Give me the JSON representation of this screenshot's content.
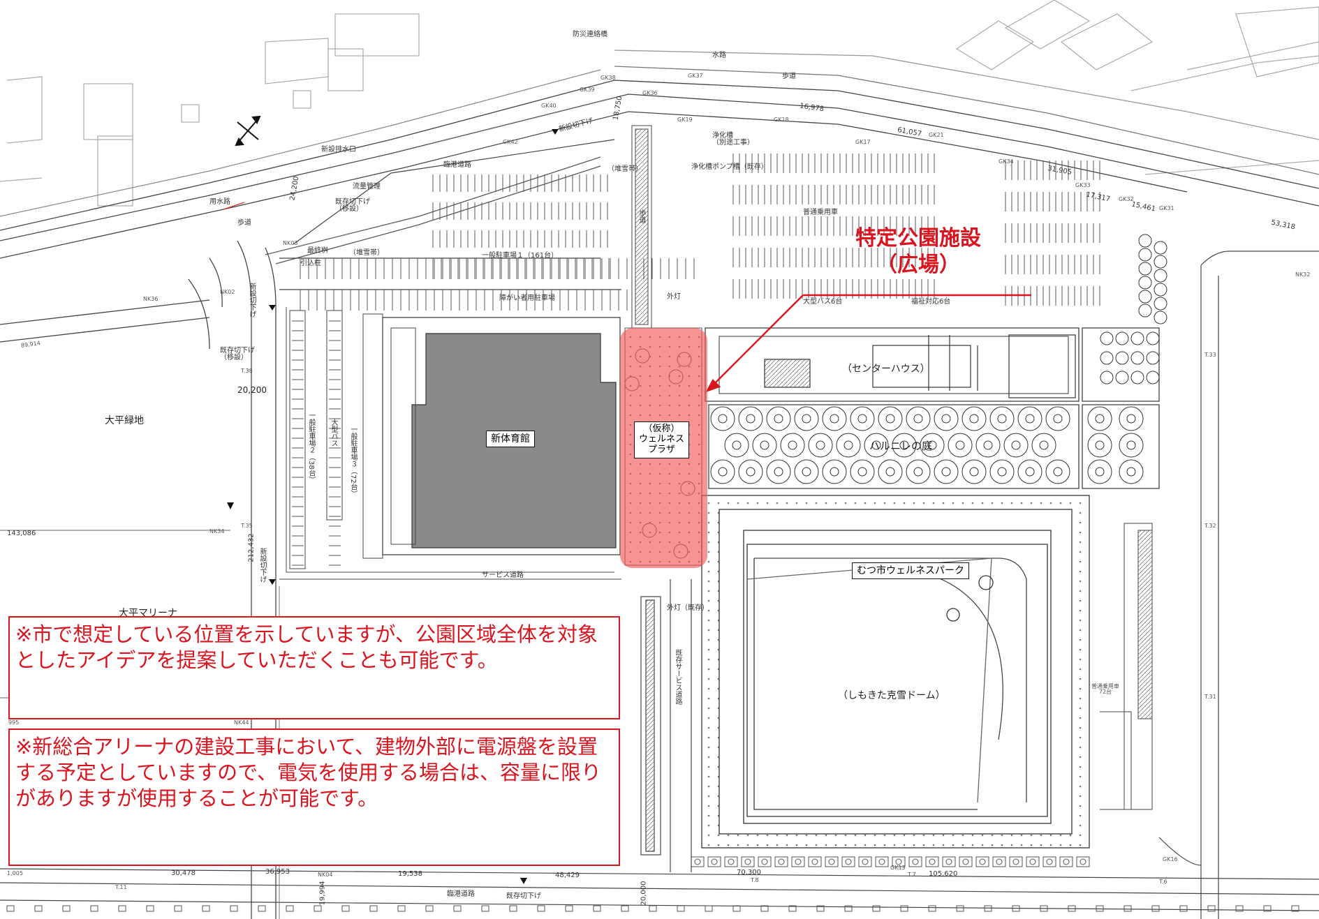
{
  "colors": {
    "line": "#3a3a3a",
    "light_line": "#9a9a9a",
    "gym_fill": "#8a8a8a",
    "highlight_fill": "#f07070",
    "accent_red": "#d9141e"
  },
  "callout": {
    "title": "特定公園施設",
    "subtitle": "（広場）"
  },
  "notes": {
    "note1": "※市で想定している位置を示していますが、公園区域全体を対象としたアイデアを提案していただくことも可能です。",
    "note2": "※新総合アリーナの建設工事において、建物外部に電源盤を設置する予定としていますので、電気を使用する場合は、容量に限りがありますが使用することが可能です。"
  },
  "buildings": {
    "gym": "新体育館",
    "wellness_plaza": "（仮称）\nウェルネス\nプラザ",
    "center_house": "（センターハウス）",
    "harunire_garden": "ハルニレの庭",
    "park_name": "むつ市ウェルネスパーク",
    "dome": "（しもきた克雪ドーム）"
  },
  "areas": {
    "ohira_green": "大平緑地",
    "ohira_marina": "大平マリーナ"
  },
  "roads": {
    "suiro": "水路",
    "hodo_top": "歩道",
    "rinko_top": "臨港道路",
    "yosuiro": "用水路",
    "hodo_left": "歩道",
    "rinko_bottom": "臨港道路",
    "service_road": "サービス道路",
    "existing_service_road": "既存サービス道路",
    "sidewalk_vertical": "歩道"
  },
  "parking": {
    "lot1": "一般駐車場１（161台）",
    "lot2": "一般駐車場２（38台）",
    "lot3": "一般駐車場３（72台）",
    "bus_lot": "大型バス",
    "disabled": "障がい者用駐車場",
    "bus6": "大型バス6台",
    "welfare6": "福祉対応6台",
    "normal_car": "普通乗用車",
    "normal_car72": "普通乗用車\n72台",
    "snow_storage1": "（堆雪帯）",
    "snow_storage2": "（堆雪帯）"
  },
  "annotations": {
    "bousai": "防災連絡橋",
    "shinsetsu_haisui": "新設排水口",
    "kizon_kirisage": "既存切下げ\n（移設）",
    "shinsetsu_kirisage_top": "新設切下げ",
    "shinsetsu_kirisage_left": "新設切下げ",
    "shinsetsu_kirisage_left2": "新設切下げ",
    "kizon_kirisage_left": "既存切下げ\n（移設）",
    "kizon_kirisage_bottom": "既存切下げ",
    "saiboku": "最終桝",
    "hikikomi": "引込柱",
    "gaito": "外灯",
    "gaito_kizon": "外灯（既存）",
    "johkaso": "浄化槽\n（別途工事）",
    "johkaso_pump": "浄化槽ポンプ槽（既存）",
    "ryusui_kanri": "流量管理"
  },
  "dimensions": {
    "d1": "20,200",
    "d2": "24,200",
    "d3": "18,750",
    "d4": "20,000",
    "d5": "19,994",
    "d6": "30,478",
    "d7": "19,538",
    "d8": "48,429",
    "d9": "105,620",
    "d10": "70,300",
    "d11": "31,905",
    "d12": "53,318",
    "d13": "61,057",
    "d14": "17,317",
    "d15": "15,461",
    "d16": "16,978",
    "d17": "212,432",
    "d18": "36,953",
    "d19": "143,086"
  },
  "survey_points": [
    "GK31",
    "GK32",
    "GK33",
    "GK34",
    "GK36",
    "GK37",
    "GK38",
    "GK39",
    "GK40",
    "GK42",
    "GK13",
    "GK16",
    "GK17",
    "GK18",
    "GK19",
    "GK21",
    "NK32",
    "NK34",
    "NK36",
    "NK44",
    "NK02",
    "NK03",
    "NK04"
  ],
  "misc": {
    "t38": "T.38",
    "t35": "T.35",
    "t33": "T.33",
    "t32": "T.32",
    "t31": "T.31",
    "t11": "T.11",
    "t6": "T.6",
    "t7": "T.7",
    "t8": "T.8",
    "cao1": "1,005",
    "cao2": "995",
    "cao3": "89,914"
  }
}
